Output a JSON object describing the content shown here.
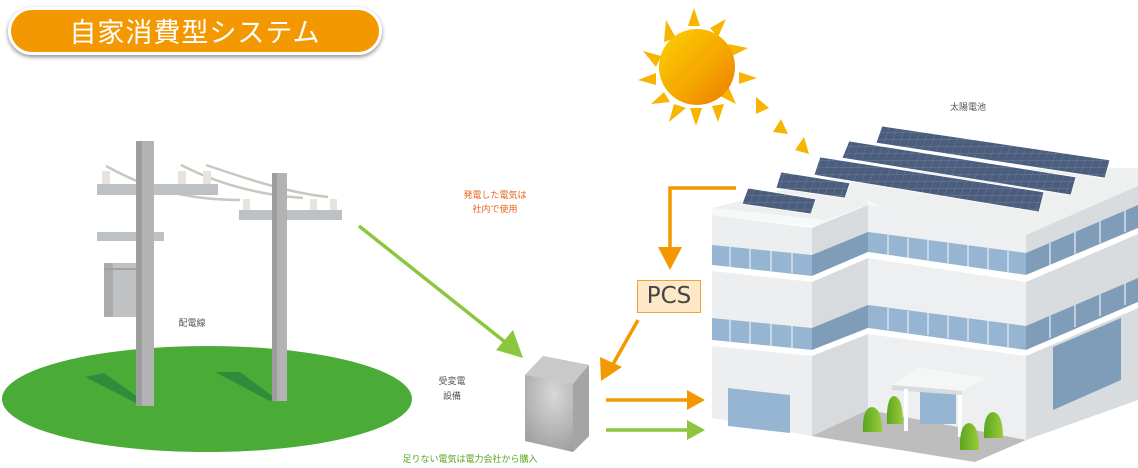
{
  "title": "自家消費型システム",
  "labels": {
    "distribution_line": "配電線",
    "receiving_equipment_line1": "受変電",
    "receiving_equipment_line2": "設備",
    "solar_panels": "太陽電池",
    "self_use_line1": "発電した電気は",
    "self_use_line2": "社内で使用",
    "purchase": "足りない電気は電力会社から購入",
    "pcs": "PCS"
  },
  "colors": {
    "title_bg": "#f39800",
    "orange_arrow": "#f39800",
    "green_arrow": "#8cc63f",
    "ground": "#4aab37",
    "pcs_bg": "#fde8c7",
    "panel": "#4b5e7e",
    "window": "#96b5d2",
    "sun": "#f7b500"
  }
}
